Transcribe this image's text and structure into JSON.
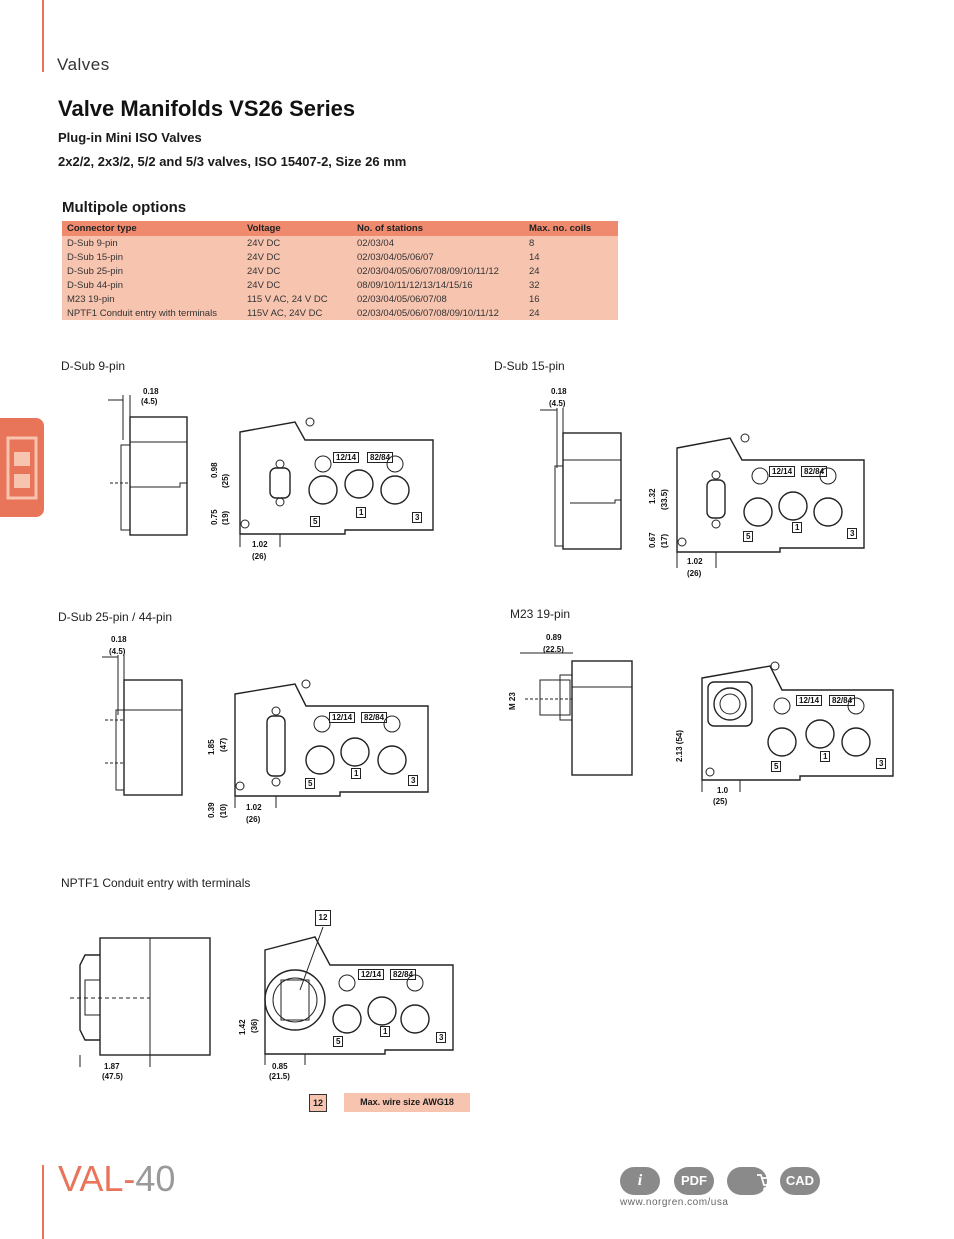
{
  "header": {
    "section": "Valves"
  },
  "title": "Valve Manifolds VS26 Series",
  "subtitle1": "Plug-in Mini ISO Valves",
  "subtitle2": "2x2/2, 2x3/2, 5/2 and 5/3 valves, ISO 15407-2, Size 26 mm",
  "multipole": {
    "heading": "Multipole options",
    "columns": [
      "Connector type",
      "Voltage",
      "No. of stations",
      "Max. no. coils"
    ],
    "rows": [
      [
        "D-Sub 9-pin",
        "24V DC",
        "02/03/04",
        "8"
      ],
      [
        "D-Sub 15-pin",
        "24V DC",
        "02/03/04/05/06/07",
        "14"
      ],
      [
        "D-Sub 25-pin",
        "24V DC",
        "02/03/04/05/06/07/08/09/10/11/12",
        "24"
      ],
      [
        "D-Sub 44-pin",
        "24V DC",
        "08/09/10/11/12/13/14/15/16",
        "32"
      ],
      [
        "M23 19-pin",
        "115 V AC, 24 V DC",
        "02/03/04/05/06/07/08",
        "16"
      ],
      [
        "NPTF1 Conduit entry with terminals",
        "115V AC, 24V DC",
        "02/03/04/05/06/07/08/09/10/11/12",
        "24"
      ]
    ]
  },
  "drawings": {
    "dsub9": {
      "caption": "D-Sub 9-pin",
      "d1": "0.18",
      "d1m": "(4.5)",
      "d2": "0.98",
      "d2m": "(25)",
      "d3": "0.75",
      "d3m": "(19)",
      "d4": "1.02",
      "d4m": "(26)"
    },
    "dsub15": {
      "caption": "D-Sub 15-pin",
      "d1": "0.18",
      "d1m": "(4.5)",
      "d2": "1.32",
      "d2m": "(33.5)",
      "d3": "0.67",
      "d3m": "(17)",
      "d4": "1.02",
      "d4m": "(26)"
    },
    "dsub25": {
      "caption": "D-Sub 25-pin / 44-pin",
      "d1": "0.18",
      "d1m": "(4.5)",
      "d2": "1.85",
      "d2m": "(47)",
      "d3": "0.39",
      "d3m": "(10)",
      "d4": "1.02",
      "d4m": "(26)"
    },
    "m23": {
      "caption": "M23 19-pin",
      "d1": "0.89",
      "d1m": "(22.5)",
      "m": "M 23",
      "d2": "2.13 (54)",
      "d4": "1.0",
      "d4m": "(25)"
    },
    "nptf": {
      "caption": "NPTF1 Conduit entry with terminals",
      "callout": "12",
      "d1": "1.87",
      "d1m": "(47.5)",
      "d2": "1.42",
      "d2m": "(36)",
      "d4": "0.85",
      "d4m": "(21.5)"
    },
    "ports": {
      "p1": "12/14",
      "p2": "82/84",
      "p5": "5",
      "p1b": "1",
      "p3": "3"
    }
  },
  "legend": {
    "num": "12",
    "text": "Max. wire size AWG18"
  },
  "footer": {
    "val": "VAL-",
    "page": "40",
    "icons": [
      "i",
      "PDF",
      "cart",
      "CAD"
    ],
    "url": "www.norgren.com/usa"
  }
}
